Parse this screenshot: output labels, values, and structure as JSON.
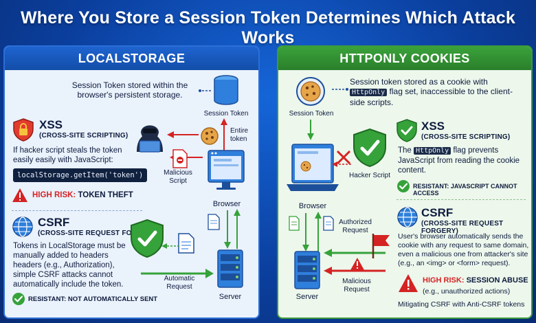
{
  "title": "Where You Store a Session Token Determines Which Attack Works",
  "left": {
    "header": "LOCALSTORAGE",
    "intro": "Session Token stored within the browser's persistent storage.",
    "labels": {
      "session_token": "Session Token",
      "entire_token": "Entire token",
      "malicious_script": "Malicious Script",
      "browser": "Browser",
      "automatic_request": "Automatic Request",
      "server": "Server"
    },
    "xss": {
      "title": "XSS",
      "subtitle": "(CROSS-SITE SCRIPTING)",
      "desc": "If hacker script steals the token easily easily with JavaScript:",
      "code": "localStorage.getItem('token')",
      "risk_prefix": "HIGH RISK:",
      "risk_text": "TOKEN THEFT"
    },
    "csrf": {
      "title": "CSRF",
      "subtitle": "(CROSS-SITE REQUEST FORGERY)",
      "desc": "Tokens in LocalStorage must be manually added to headers headers (e.g., Authorization), simple CSRF attacks cannot automatically include the token.",
      "resist": "RESISTANT: NOT AUTOMATICALLY SENT"
    }
  },
  "right": {
    "header": "HTTPONLY COOKIES",
    "intro_1": "Session token stored as a cookie with",
    "intro_code": "HttpOnly",
    "intro_2": "flag set,  inaccessible to the client-side scripts.",
    "labels": {
      "session_token": "Session Token",
      "hacker_script": "Hacker Script",
      "browser": "Browser",
      "authorized_request": "Authorized Request",
      "malicious_request": "Malicious Request",
      "server": "Server"
    },
    "xss": {
      "title": "XSS",
      "subtitle": "(CROSS-SITE SCRIPTING)",
      "desc_1": "The",
      "desc_code": "HttpOnly",
      "desc_2": "flag prevents JavaScript from reading the cookie content.",
      "resist": "RESISTANT: JAVASCRIPT CANNOT ACCESS"
    },
    "csrf": {
      "title": "CSRF",
      "subtitle": "(CROSS-SITE REQUEST FORGERY)",
      "desc": "User's browser automatically sends the cookie with any request to same domain, even a malicious one from attacker's site (e.g., an <img> or <form> request).",
      "risk_prefix": "HIGH RISK:",
      "risk_text": "SESSION ABUSE",
      "risk_note": "(e.g., unauthorized actions)",
      "mitigation": "Mitigating CSRF with Anti-CSRF tokens"
    }
  },
  "colors": {
    "blue": "#1e63d0",
    "green": "#3aa23a",
    "red": "#d42323",
    "navy": "#0d1b3d"
  },
  "icons": [
    "database-icon",
    "cookie-icon",
    "hacker-icon",
    "browser-window-icon",
    "server-icon",
    "shield-check-icon",
    "shield-lock-icon",
    "globe-icon",
    "warning-icon",
    "check-circle-icon",
    "document-icon",
    "malicious-file-icon",
    "laptop-icon",
    "red-flag-icon"
  ]
}
